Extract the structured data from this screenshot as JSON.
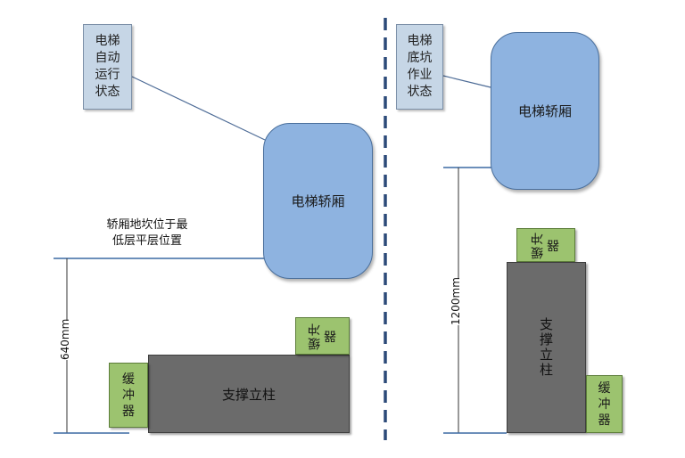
{
  "left": {
    "state_label": "电梯\n自动\n运行\n状态",
    "cabin": "电梯轿厢",
    "note": "轿厢地坎位于最\n低层平层位置",
    "dimension": "640mm",
    "pillar": "支撑立柱",
    "buffer_top": "缓冲器",
    "buffer_left": "缓\n冲\n器"
  },
  "right": {
    "state_label": "电梯\n底坑\n作业\n状态",
    "cabin": "电梯轿厢",
    "dimension": "1200mm",
    "pillar": "支撑立柱",
    "buffer_top": "缓冲器",
    "buffer_right": "缓\n冲\n器"
  },
  "colors": {
    "cabin": "#8eb3e0",
    "label": "#c6d6e6",
    "pillar": "#6b6b6b",
    "buffer": "#9cc36f",
    "divider": "#2c4a78"
  }
}
